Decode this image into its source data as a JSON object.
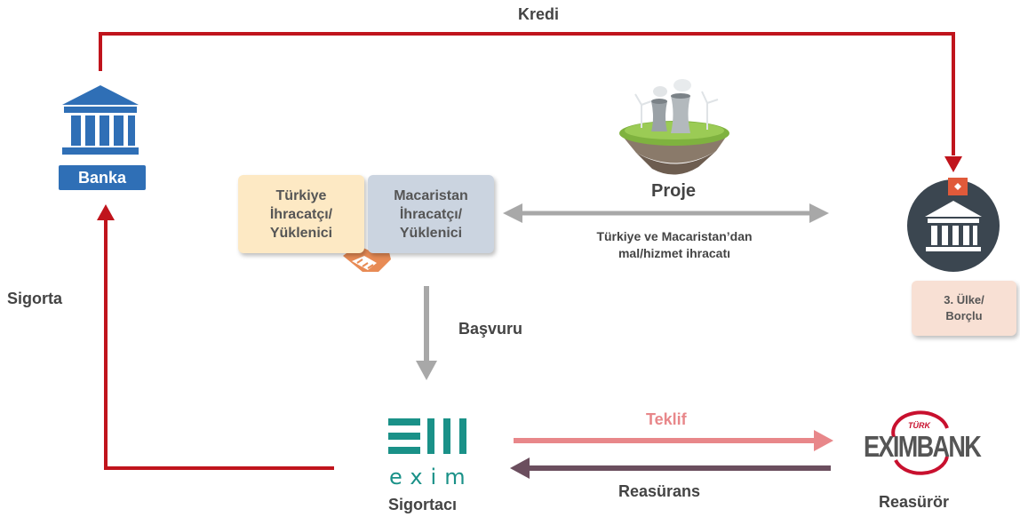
{
  "flow_labels": {
    "credit": "Kredi",
    "insurance": "Sigorta",
    "application": "Başvuru",
    "offer": "Teklif",
    "reinsurance": "Reasürans",
    "project_exports": [
      "Türkiye ve Macaristan’dan",
      "mal/hizmet ihracatı"
    ]
  },
  "bank": {
    "label": "Banka"
  },
  "exporters": {
    "turkey": [
      "Türkiye",
      "İhracatçı/",
      "Yüklenici"
    ],
    "hungary": [
      "Macaristan",
      "İhracatçı/",
      "Yüklenici"
    ]
  },
  "project": {
    "label": "Proje"
  },
  "debtor": {
    "label_lines": [
      "3. Ülke/",
      "Borçlu"
    ]
  },
  "insurer": {
    "logo_text": "exim",
    "label": "Sigortacı"
  },
  "reinsurer": {
    "logo_text": "EXIMBANK",
    "logo_small_text": "TÜRK",
    "label": "Reasürör"
  },
  "colors": {
    "credit_line": "#c0141c",
    "bank_blue": "#2f6fb6",
    "debtor_dark": "#3b4650",
    "gray_arrow": "#a8a8a8",
    "offer_arrow": "#e8878a",
    "reinsurance_arrow": "#6b4e5e",
    "exim_teal": "#1a9188",
    "eximbank_red": "#c8102e"
  },
  "icons": [
    "bank-icon",
    "handshake-icon",
    "power-plant-icon",
    "debtor-bank-icon",
    "flag-icon",
    "exim-logo",
    "eximbank-logo"
  ]
}
